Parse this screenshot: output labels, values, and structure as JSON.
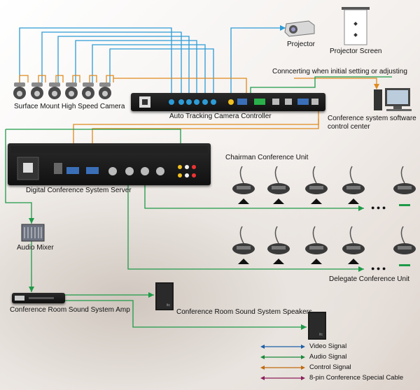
{
  "labels": {
    "cameras": "Surface Mount High Speed Camera",
    "controller": "Auto Tracking Camera Controller",
    "projector": "Projector",
    "screen": "Projector Screen",
    "connect_note": "Conncerting when initial setting or adjusting",
    "pc_line1": "Conference system software",
    "pc_line2": "control center",
    "server": "Digital Conference System Server",
    "chairman": "Chairman Conference Unit",
    "delegate": "Delegate Conference Unit",
    "mixer": "Audio Mixer",
    "amp": "Conference Room Sound System Amp",
    "speakers": "Conference Room Sound System Speakers",
    "ellipsis": "● ● ●"
  },
  "legend": [
    {
      "label": "Video Signal",
      "color": "#1f5fa8"
    },
    {
      "label": "Audio Signal",
      "color": "#1a8a3a"
    },
    {
      "label": "Control Signal",
      "color": "#c06a10"
    },
    {
      "label": "8-pin Conference Special Cable",
      "color": "#8a1f5a"
    }
  ],
  "colors": {
    "video": "#2d9bd6",
    "audio": "#1e9a48",
    "control": "#e08a1e",
    "cable": "#8a1f5a"
  }
}
